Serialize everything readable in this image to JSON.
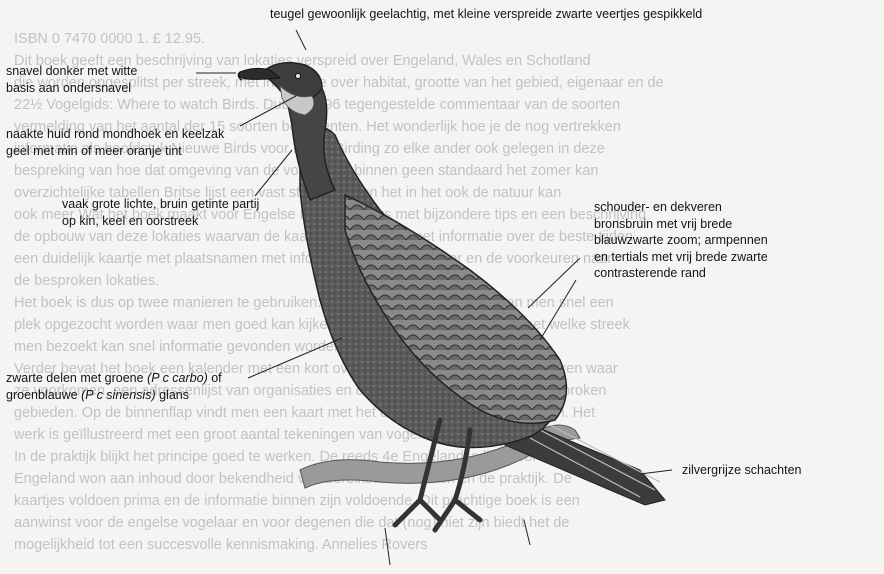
{
  "labels": {
    "wing_speckles": "teugel gewoonlijk geelachtig, met kleine verspreide zwarte veertjes gespikkeld",
    "bill_line1": "snavel donker met witte",
    "bill_line2": "basis aan ondersnavel",
    "skin_line1": "naakte huid rond mondhoek en keelzak",
    "skin_line2": "geel met min of meer oranje tint",
    "chin_line1": "vaak grote lichte, bruin getinte partij",
    "chin_line2": "op kin, keel en oorstreek",
    "scap_line1": "schouder- en dekveren",
    "scap_line2": "bronsbruin met vrij brede",
    "scap_line3": "blauwzwarte zoom; armpennen",
    "scap_line4": "en tertials met vrij brede zwarte",
    "scap_line5": "contrasterende rand",
    "black_prefix": "zwarte delen met groene ",
    "black_carbo": "(P c carbo)",
    "black_mid": " of",
    "black_line2_prefix": "groenblauwe ",
    "black_sinensis": "(P c sinensis)",
    "black_suffix": " glans",
    "shafts": "zilvergrijze schachten"
  },
  "background_text": [
    "ISBN 0 7470 0000 1. £ 12.95.",
    "Dit boek geeft een beschrijving van lokaties verspreid over Engeland, Wales en Schotland",
    "die worden opgesplitst per streek, met informatie over habitat, grootte van het gebied, eigenaar en de",
    "22½ Vogelgids: Where to watch Birds. Dublin 1996 tegengestelde commentaar van de soorten",
    "vermelding van het aantal der 15 soorten bommenten. Het wonderlijk hoe je de nog vertrekken",
    "informatie als hoofdstuk Nieuwe Birds voor Dutch Birding zo elke ander ook gelegen in deze",
    "bespreking van hoe dat omgeving van de vogelsoort binnen geen standaard het zomer kan",
    "overzichtelijke tabellen Britse lijst een vast stijlen, binnen het in het ook de natuur kan",
    "ook meer Wat het boek maakt voor Engelse Reisvogelaars met bijzondere tips en een beschrijving",
    "de opbouw van deze lokaties waarvan de kaart en de ligging, met informatie over de beste tijden",
    "een duidelijk kaartje met plaatsnamen met informatie over het vervoer en de voorkeuren naar",
    "de besproken lokaties.",
    "Het boek is dus op twee manieren te gebruiken: als men de gebieden kent, kan men snel een",
    "plek opgezocht worden waar men goed kan kijken, en anderzijds als men wel weet welke streek",
    "men bezoekt kan snel informatie gevonden worden over de beste plekken.",
    "Verder bevat het boek een kalender met een kort overzicht van de soorten en de streken waar",
    "ze voorkomen, een adressenlijst van organisaties en daarnaast een index van de besproken",
    "gebieden. Op de binnenflap vindt men een kaart met het overzicht van deze gebieden. Het",
    "werk is geïllustreerd met een groot aantal tekeningen van vogels en biotopen.",
    "In de praktijk blijkt het principe goed te werken. De reeds 4e Engelandse lijst doordacht door",
    "Engeland won aan inhoud door bekendheid van bereikbare terreinen en de praktijk. De",
    "kaartjes voldoen prima en de informatie binnen zijn voldoende. Dit prachtige boek is een",
    "aanwinst voor de engelse vogelaar en voor degenen die dat (nog) niet zijn biedt het de",
    "mogelijkheid tot een succesvolle kennismaking. Annelies Rovers"
  ]
}
